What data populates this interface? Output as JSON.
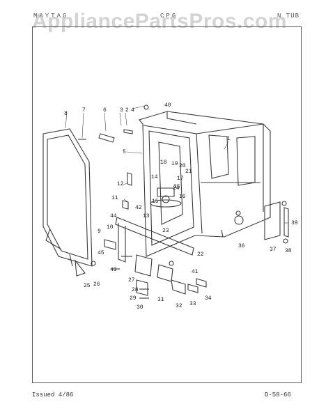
{
  "header": {
    "left": "MAYTAG",
    "middle": "CPG",
    "right": "N  TUB"
  },
  "watermark": "AppliancePartsPros.com",
  "footer": {
    "issued": "Issued 4/86",
    "code": "D-58-66"
  },
  "callouts": [
    "1",
    "2",
    "3",
    "4",
    "5",
    "6",
    "7",
    "8",
    "9",
    "10",
    "11",
    "12",
    "13",
    "14",
    "15",
    "16",
    "17",
    "18",
    "19",
    "20",
    "21",
    "22",
    "23",
    "24",
    "25",
    "26",
    "27",
    "28",
    "29",
    "30",
    "31",
    "32",
    "33",
    "34",
    "35",
    "36",
    "37",
    "38",
    "39",
    "40",
    "41",
    "42",
    "43",
    "44",
    "45"
  ],
  "colors": {
    "line": "#3a3a3a",
    "paper": "#ffffff",
    "watermark": "#afafaf"
  }
}
